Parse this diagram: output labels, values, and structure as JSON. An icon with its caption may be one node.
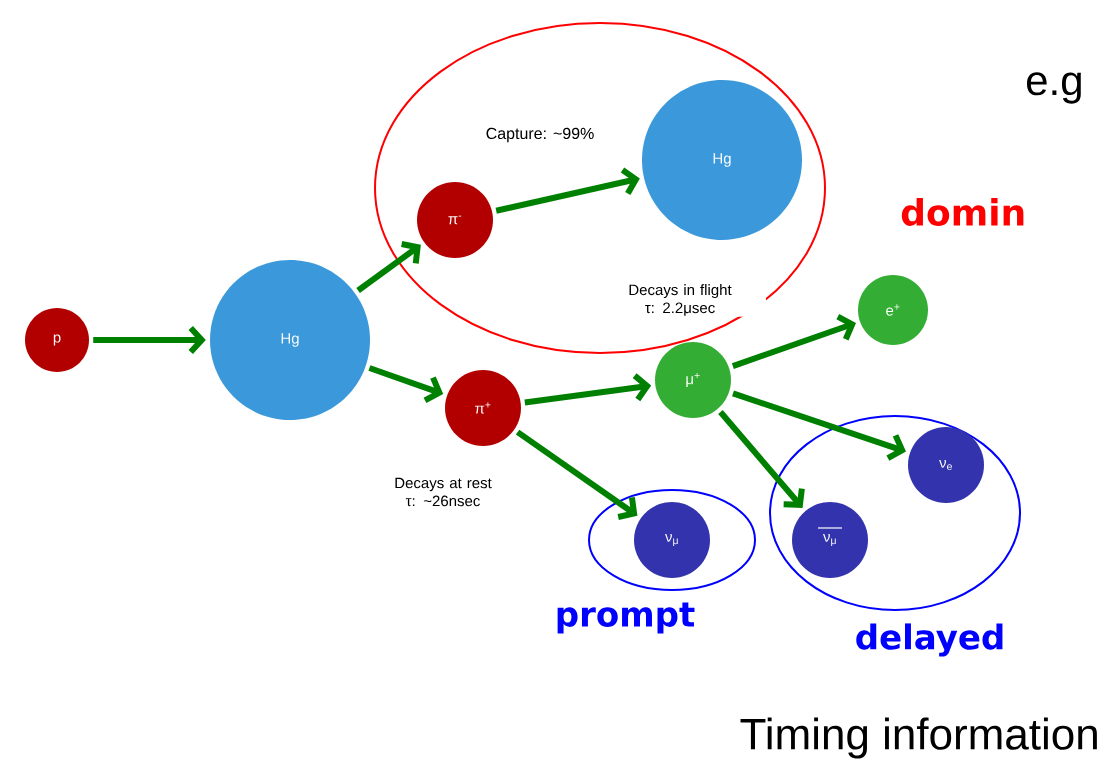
{
  "diagram": {
    "nodes": [
      {
        "text": [
          "p"
        ]
      },
      {
        "text": [
          "Hg"
        ]
      },
      {
        "text": [],
        "shape": "ellipse"
      },
      {
        "text": [
          "π$^{-}$"
        ],
        "in": 2
      },
      {
        "text": [
          "Hg"
        ],
        "in": 2
      },
      {
        "text": [
          "μ$^{+}$"
        ],
        "beside": [
          "Decays in flight τ: 2.2μsec"
        ]
      },
      {
        "text": [
          "e$^{+}$"
        ]
      },
      {
        "text": [
          "π$^{+}$"
        ],
        "beside": [
          "Decays at rest τ: ~26nsec"
        ]
      },
      {
        "text": [],
        "shape": "ellipse",
        "beside": [
          "prompt"
        ]
      },
      {
        "text": [
          "ν$_{μ}$"
        ],
        "in": 8
      },
      {
        "text": [],
        "shape": "ellipse",
        "beside": [
          "delayed"
        ]
      },
      {
        "text": [
          "ν$_{e}$"
        ],
        "in": 10
      },
      {
        "text": [
          "ν$_{μ}$"
        ],
        "in": 10
      }
    ],
    "edges": [
      {
        "from": 0,
        "to": 1,
        "arrow": "to"
      },
      {
        "from": 1,
        "to": 3,
        "arrow": "to"
      },
      {
        "from": 1,
        "to": 7,
        "arrow": "to"
      },
      {
        "from": 3,
        "to": 4,
        "arrow": "to",
        "label": "Capture: ~99%"
      },
      {
        "from": 7,
        "to": 5,
        "arrow": "to"
      },
      {
        "from": 7,
        "to": 9,
        "arrow": "to"
      },
      {
        "from": 5,
        "to": 6,
        "arrow": "to"
      },
      {
        "from": 5,
        "to": 11,
        "arrow": "to"
      },
      {
        "from": 5,
        "to": 12,
        "arrow": "to"
      }
    ],
    "labels": [
      "e.g",
      "domin",
      "Timing information"
    ]
  }
}
